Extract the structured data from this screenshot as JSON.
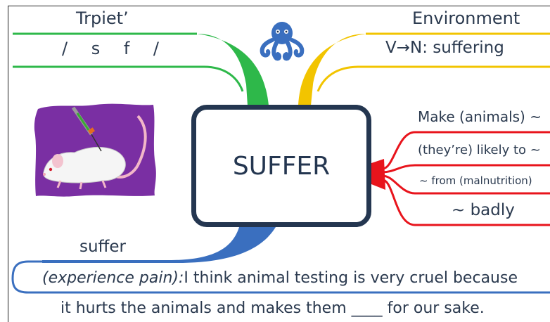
{
  "center": {
    "label": "SUFFER"
  },
  "branches": {
    "pronunciation": {
      "title": "Trpiet’",
      "ipa": "/ s f /",
      "color": "#2eb84a"
    },
    "word_forms": {
      "title": "Environment",
      "form": "V→N: suffering",
      "color": "#f2c400"
    },
    "collocations": {
      "color": "#e8141c",
      "items": [
        "Make (animals) ~",
        "(they’re) likely to ~",
        "~ from (malnutrition)",
        "~ badly"
      ]
    },
    "meaning": {
      "title": "suffer",
      "definition": "(experience pain):",
      "example_line1": "I think animal testing is very cruel because",
      "example_line2": "it hurts the animals and makes them ____ for our sake.",
      "color": "#3a6fbf"
    }
  },
  "icons": {
    "logo": "octopus-icon",
    "illustration": "lab-mouse-syringe-icon"
  }
}
